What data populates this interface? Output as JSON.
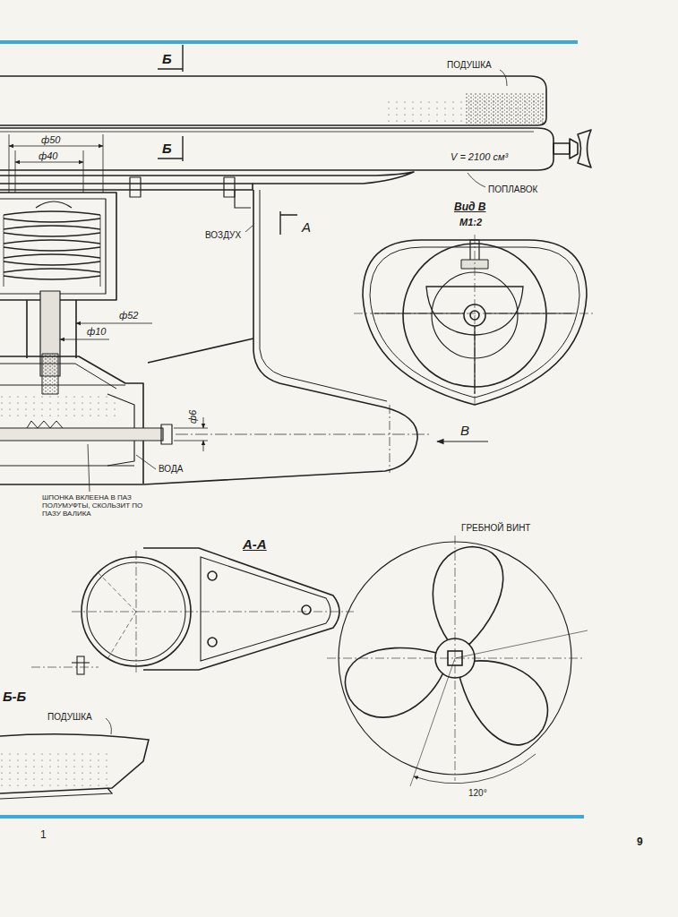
{
  "diagram": {
    "labels": [
      "Б",
      "ПОДУШКА",
      "ф50",
      "ф40",
      "Б",
      "V = 2100 см³",
      "ПОПЛАВОК",
      "ВОЗДУХ",
      "А",
      "Вид В",
      "М1:2",
      "ф52",
      "ф10",
      "ф6",
      "В",
      "ВОДА",
      "ШПОНКА ВКЛЕЕНА В ПАЗ ПОЛУМУФТЫ, СКОЛЬЗИТ ПО ПАЗУ ВАЛИКА",
      "А-А",
      "ГРЕБНОЙ ВИНТ",
      "120°",
      "Б-Б",
      "ПОДУШКА",
      "1",
      "9"
    ]
  }
}
